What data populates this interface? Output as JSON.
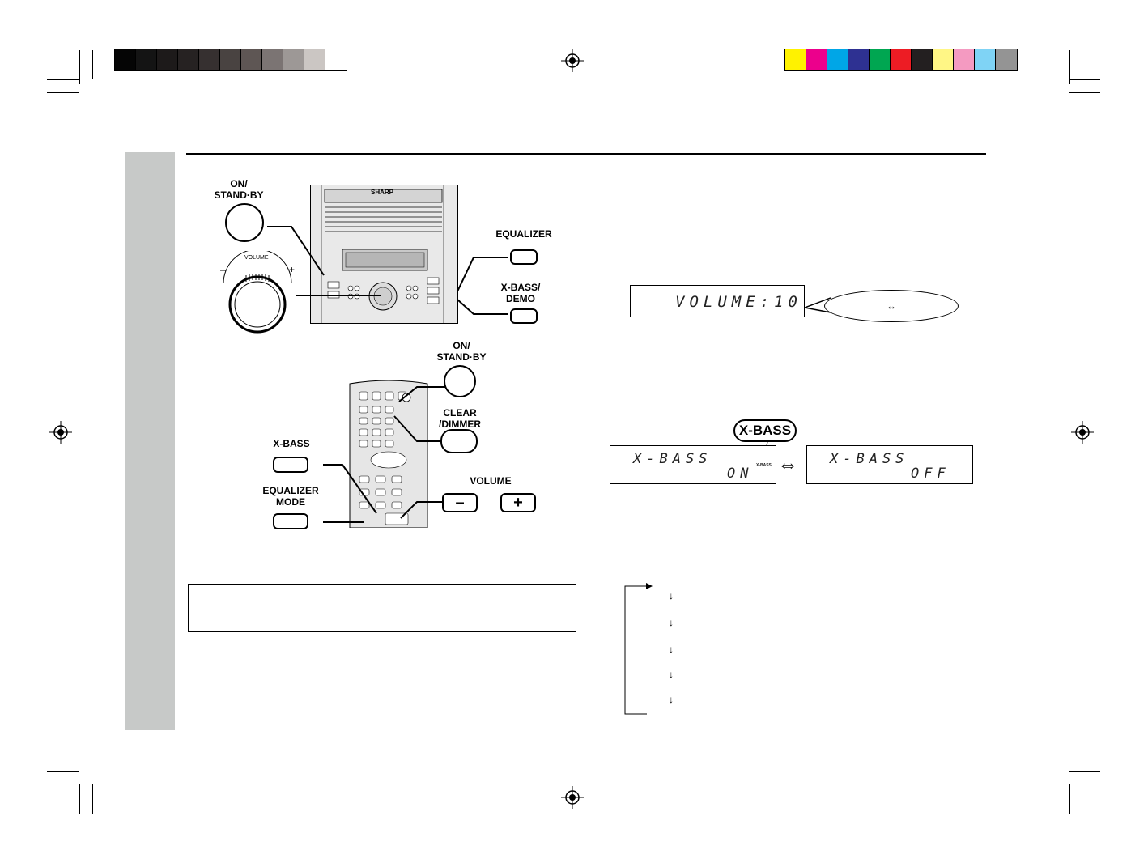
{
  "colors": {
    "gray_bar": [
      "#050505",
      "#141414",
      "#1d1a1a",
      "#262222",
      "#363030",
      "#494341",
      "#5e5654",
      "#7b7473",
      "#9d9896",
      "#cbc6c3",
      "#ffffff"
    ],
    "color_bar": [
      "#fff200",
      "#ec008c",
      "#00a6e7",
      "#2e3192",
      "#00a651",
      "#ed1c24",
      "#231f20",
      "#fff685",
      "#f49ac1",
      "#7fd3f5",
      "#949494"
    ],
    "side_tab": "#c7c9c8"
  },
  "main_unit": {
    "on_standby_label": "ON/\nSTAND·BY",
    "equalizer_label": "EQUALIZER",
    "xbass_demo_label": "X-BASS/\nDEMO",
    "volume_knob_label": "VOLUME",
    "minus_sign": "–",
    "plus_sign": "+",
    "brand": "SHARP"
  },
  "remote": {
    "on_standby_label": "ON/\nSTAND·BY",
    "clear_dimmer_label": "CLEAR\n/DIMMER",
    "xbass_label": "X-BASS",
    "equalizer_mode_label": "EQUALIZER\nMODE",
    "volume_label": "VOLUME",
    "volume_minus": "–",
    "volume_plus": "+"
  },
  "volume_display": {
    "text": "VOLUME:10",
    "bubble_text": "↔"
  },
  "xbass_display": {
    "tag": "X-BASS",
    "on_line1": "X-BASS",
    "on_line2": "ON",
    "on_indicator": "X-BASS",
    "swap_icon": "⇔",
    "off_line1": "X-BASS",
    "off_line2": "OFF"
  },
  "equalizer_cycle": {
    "arrows": [
      "↓",
      "↓",
      "↓",
      "↓",
      "↓"
    ]
  },
  "icons": [
    "registration-mark-icon",
    "arrow-down-icon",
    "double-arrow-icon"
  ]
}
